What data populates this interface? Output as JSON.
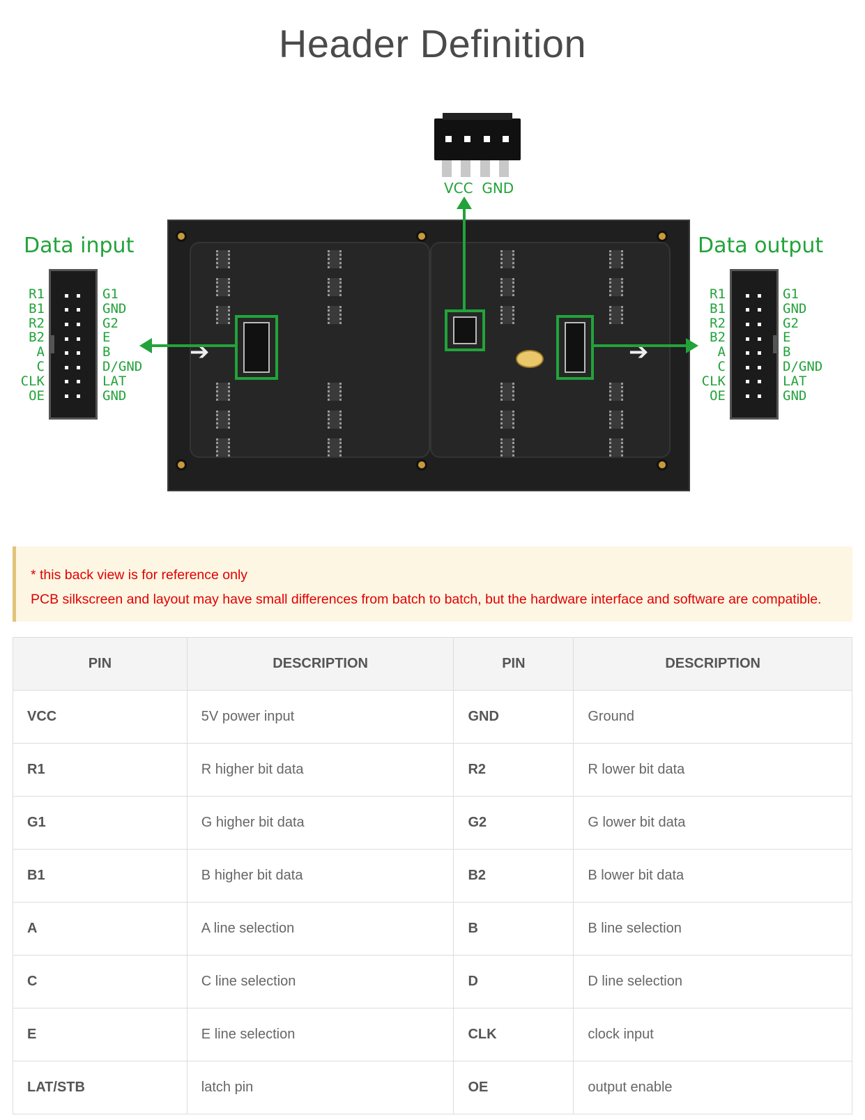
{
  "title": "Header Definition",
  "diagram": {
    "data_input_label": "Data input",
    "data_output_label": "Data output",
    "power_labels": "VCC  GND",
    "left_pins": [
      "R1",
      "B1",
      "R2",
      "B2",
      "A",
      "C",
      "CLK",
      "OE"
    ],
    "right_pins": [
      "G1",
      "GND",
      "G2",
      "E",
      "B",
      "D/GND",
      "LAT",
      "GND"
    ],
    "accent_color": "#22a33a"
  },
  "note": {
    "line1": "* this back view is for reference only",
    "line2": "PCB silkscreen and layout may have small differences from batch to batch, but the hardware interface and software are compatible."
  },
  "table": {
    "headers": [
      "PIN",
      "DESCRIPTION",
      "PIN",
      "DESCRIPTION"
    ],
    "rows": [
      [
        "VCC",
        "5V power input",
        "GND",
        "Ground"
      ],
      [
        "R1",
        "R higher bit data",
        "R2",
        "R lower bit data"
      ],
      [
        "G1",
        "G higher bit data",
        "G2",
        "G lower bit data"
      ],
      [
        "B1",
        "B higher bit data",
        "B2",
        "B lower bit data"
      ],
      [
        "A",
        "A line selection",
        "B",
        "B line selection"
      ],
      [
        "C",
        "C line selection",
        "D",
        "D line selection"
      ],
      [
        "E",
        "E line selection",
        "CLK",
        "clock input"
      ],
      [
        "LAT/STB",
        "latch pin",
        "OE",
        "output enable"
      ]
    ]
  }
}
